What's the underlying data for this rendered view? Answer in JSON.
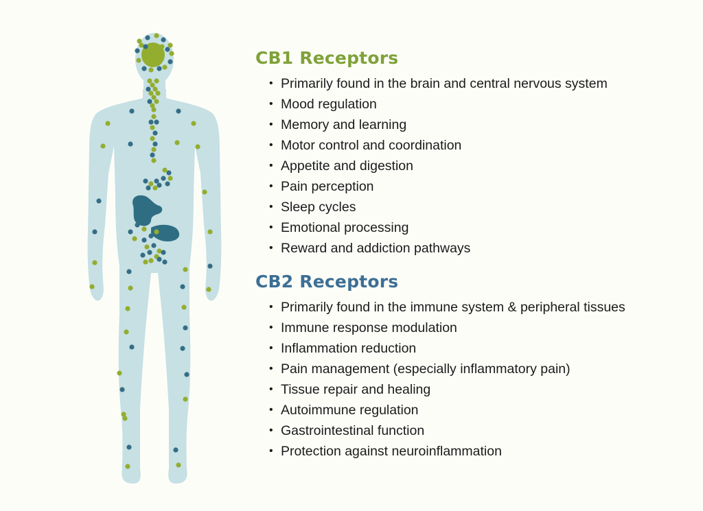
{
  "colors": {
    "cb1": "#7fa23a",
    "cb2": "#3d6f95",
    "body": "#c6e0e4",
    "dot_green": "#93ad2f",
    "dot_blue": "#356d85",
    "organ": "#2f6e82"
  },
  "illustration": {
    "icon": "human-body-icon",
    "legend_marks": [
      "green-dot-cb1",
      "blue-dot-cb2"
    ]
  },
  "cb1": {
    "title": "CB1 Receptors",
    "items": [
      "Primarily found in the brain and central nervous system",
      "Mood regulation",
      "Memory and learning",
      "Motor control and coordination",
      "Appetite and digestion",
      "Pain perception",
      "Sleep cycles",
      "Emotional processing",
      "Reward and addiction pathways"
    ]
  },
  "cb2": {
    "title": "CB2 Receptors",
    "items": [
      "Primarily found in the immune system & peripheral tissues",
      "Immune response modulation",
      "Inflammation reduction",
      "Pain management (especially inflammatory pain)",
      "Tissue repair and healing",
      "Autoimmune regulation",
      "Gastrointestinal function",
      "Protection against neuroinflammation"
    ]
  }
}
